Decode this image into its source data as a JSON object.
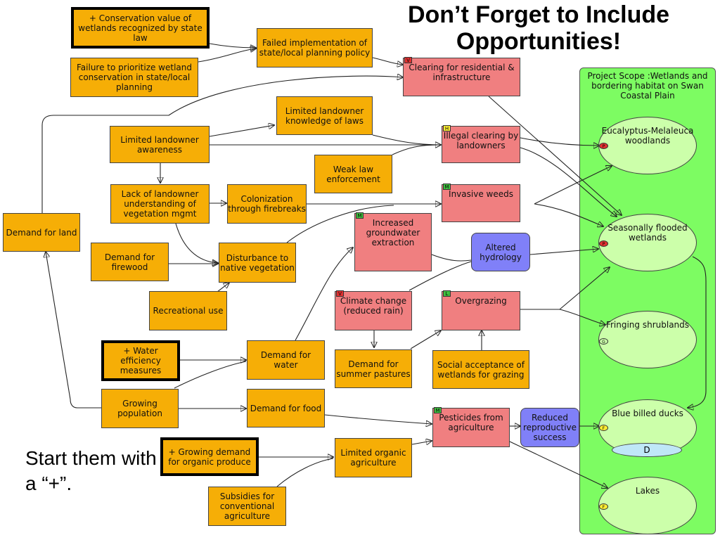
{
  "title": "Don’t Forget to Include Opportunities!",
  "note": "Start them with a “+”.",
  "scope": {
    "title": "Project Scope :Wetlands and bordering habitat on Swan Coastal Plain"
  },
  "nodes": {
    "conservation_value": "+ Conservation value of wetlands recognized by state law",
    "failure_prioritize": "Failure to prioritize wetland conservation in state/local planning",
    "failed_implementation": "Failed implementation of state/local planning policy",
    "clearing_residential": "Clearing for residential & infrastructure",
    "limited_knowledge": "Limited landowner knowledge of laws",
    "limited_awareness": "Limited landowner awareness",
    "illegal_clearing": "Illegal clearing by landowners",
    "weak_law": "Weak law enforcement",
    "lack_understanding": "Lack of landowner understanding of vegetation mgmt",
    "colonization": "Colonization through firebreaks",
    "invasive_weeds": "Invasive weeds",
    "demand_land": "Demand for land",
    "demand_firewood": "Demand for firewood",
    "disturbance": "Disturbance to native vegetation",
    "groundwater": "Increased groundwater extraction",
    "altered_hydrology": "Altered hydrology",
    "recreational": "Recreational use",
    "climate_change": "Climate change (reduced rain)",
    "overgrazing": "Overgrazing",
    "water_efficiency": "+ Water efficiency measures",
    "demand_water": "Demand for water",
    "demand_pastures": "Demand for summer pastures",
    "social_acceptance": "Social acceptance of wetlands for grazing",
    "growing_population": "Growing population",
    "demand_food": "Demand for food",
    "pesticides": "Pesticides from agriculture",
    "reduced_reproductive": "Reduced reproductive success",
    "organic_demand": "+ Growing demand for organic produce",
    "limited_organic": "Limited organic agriculture",
    "subsidies": "Subsidies for conventional agriculture"
  },
  "targets": {
    "eucalyptus": "Eucalyptus-Melaleuca woodlands",
    "seasonally_flooded": "Seasonally flooded wetlands",
    "fringing": "Fringing shrublands",
    "blue_billed": "Blue billed ducks",
    "lakes": "Lakes"
  },
  "rank_tags": {
    "clearing_residential": "V",
    "illegal_clearing": "H",
    "invasive_weeds": "M",
    "groundwater": "M",
    "climate_change": "V",
    "overgrazing": "L",
    "pesticides": "M"
  },
  "viability_tags": {
    "eucalyptus": "P",
    "seasonally_flooded": "P",
    "fringing": "G",
    "blue_billed": "F",
    "lakes": "F"
  },
  "blue_billed_rank": "D",
  "colors": {
    "contributing_factor": "#f6ae06",
    "direct_threat": "#f07f80",
    "stress": "#8080f8",
    "target": "#ccffaa",
    "scope": "#7dfc62"
  }
}
